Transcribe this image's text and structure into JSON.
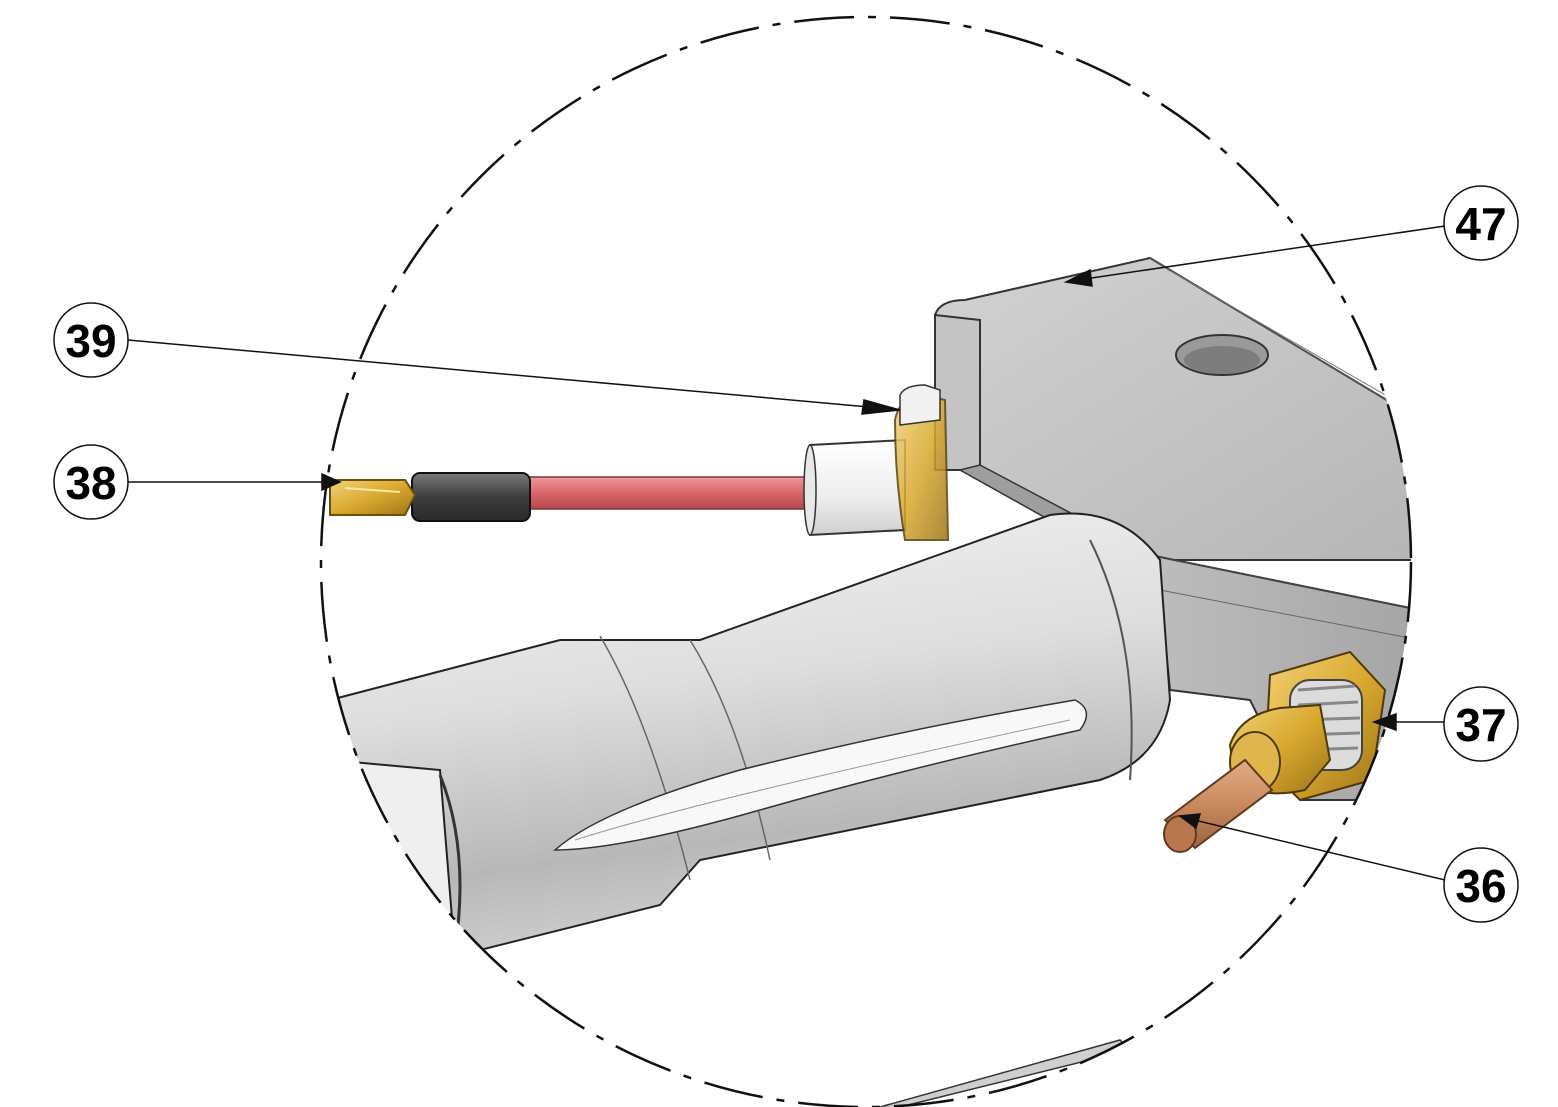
{
  "diagram": {
    "callouts": [
      {
        "id": "c47",
        "label": "47"
      },
      {
        "id": "c39",
        "label": "39"
      },
      {
        "id": "c38",
        "label": "38"
      },
      {
        "id": "c37",
        "label": "37"
      },
      {
        "id": "c36",
        "label": "36"
      }
    ],
    "colors": {
      "metal_light": "#eeeeee",
      "metal_mid": "#cfcfcf",
      "metal_dark": "#a9a9a9",
      "wire_red": "#d9666a",
      "sleeve_dark": "#4a4a4a",
      "brass": "#d9a92f",
      "copper": "#c98a5e",
      "insulator": "#f3f3f3"
    }
  }
}
